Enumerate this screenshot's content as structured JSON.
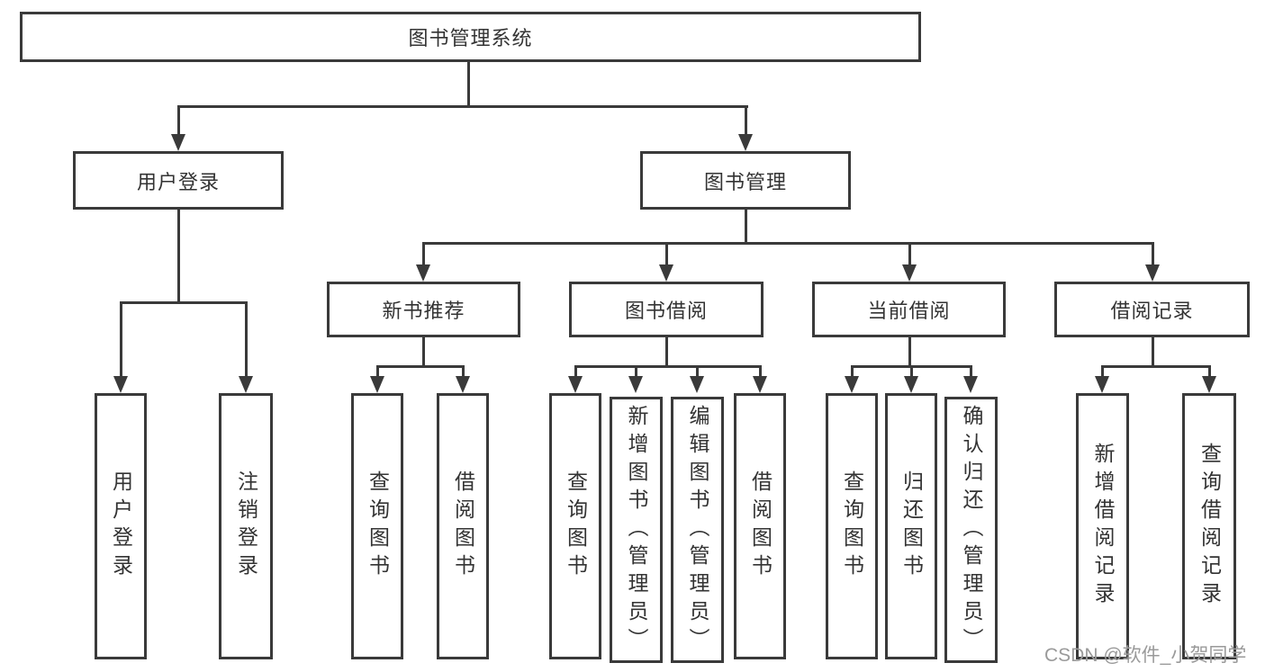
{
  "diagram": {
    "root": "图书管理系统",
    "user_login": "用户登录",
    "book_mgmt": "图书管理",
    "user_login_children": [
      "用户登录",
      "注销登录"
    ],
    "book_mgmt_children": [
      "新书推荐",
      "图书借阅",
      "当前借阅",
      "借阅记录"
    ],
    "new_book_children": [
      "查询图书",
      "借阅图书"
    ],
    "borrow_children": [
      "查询图书",
      "新增图书（管理员）",
      "编辑图书（管理员）",
      "借阅图书"
    ],
    "current_children": [
      "查询图书",
      "归还图书",
      "确认归还（管理员）"
    ],
    "record_children": [
      "新增借阅记录",
      "查询借阅记录"
    ]
  },
  "watermark": "CSDN @软件_小贺同学",
  "colors": {
    "line": "#3a3a3a",
    "text": "#333333",
    "watermark": "#9a9a9a",
    "background": "#ffffff"
  }
}
